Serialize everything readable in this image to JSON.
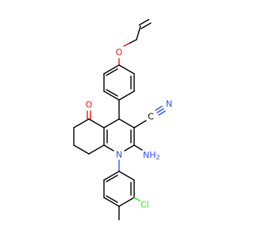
{
  "molecule": {
    "colors": {
      "carbon": "#000000",
      "oxygen": "#ff0d0d",
      "nitrogen": "#3050f8",
      "chlorine": "#1ff01f"
    },
    "labels": {
      "ether_oxygen": "O",
      "ketone_oxygen": "O",
      "nitrile_carbon": "C",
      "nitrile_nitrogen": "N",
      "amino_text": "NH",
      "amino_subscript": "2",
      "ring_nitrogen": "N",
      "chlorine": "Cl"
    }
  }
}
